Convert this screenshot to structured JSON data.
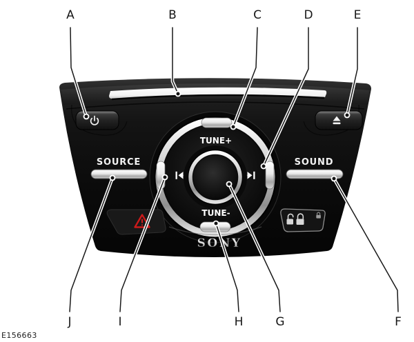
{
  "figure_code": "E156663",
  "callouts": [
    {
      "letter": "A",
      "target": "power-button"
    },
    {
      "letter": "B",
      "target": "cd-slot"
    },
    {
      "letter": "C",
      "target": "tune-up-segment"
    },
    {
      "letter": "D",
      "target": "seek-forward-segment"
    },
    {
      "letter": "E",
      "target": "eject-button"
    },
    {
      "letter": "F",
      "target": "sound-button"
    },
    {
      "letter": "G",
      "target": "center-ok-knob"
    },
    {
      "letter": "H",
      "target": "tune-down-segment"
    },
    {
      "letter": "I",
      "target": "seek-back-segment"
    },
    {
      "letter": "J",
      "target": "source-button"
    }
  ],
  "device": {
    "brand": "SONY",
    "source_label": "SOURCE",
    "sound_label": "SOUND",
    "tune_up_label": "TUNE+",
    "tune_down_label": "TUNE-",
    "icons": [
      "power-icon",
      "eject-icon",
      "previous-track-icon",
      "next-track-icon",
      "hazard-warning-icon",
      "unlock-icon",
      "lock-icon",
      "small-lock-icon"
    ]
  },
  "colors": {
    "background": "#ffffff",
    "body_dark": "#0c0c0c",
    "chrome_light": "#f5f5f5",
    "chrome_mid": "#a8a8a8",
    "hazard_red": "#cc1a1a",
    "label_text": "#161616"
  }
}
